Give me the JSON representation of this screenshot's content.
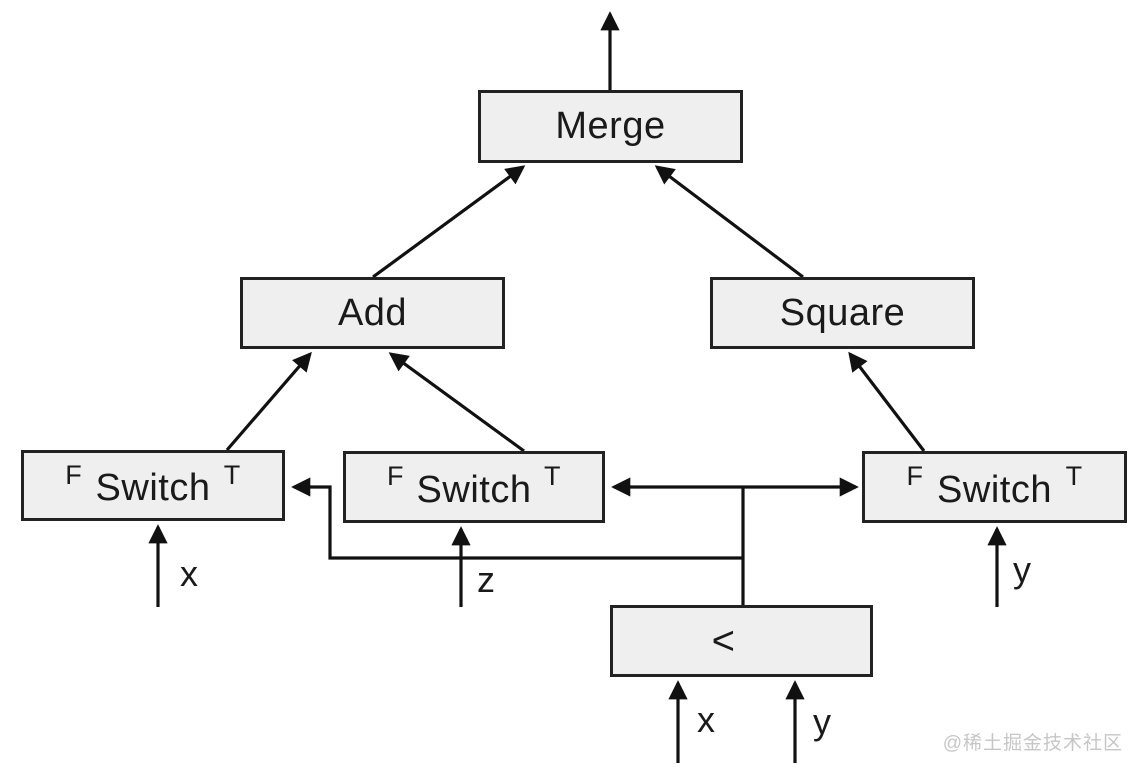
{
  "diagram": {
    "nodes": {
      "merge": {
        "label": "Merge"
      },
      "add": {
        "label": "Add"
      },
      "square": {
        "label": "Square"
      },
      "switch_left": {
        "label": "Switch",
        "false_port": "F",
        "true_port": "T"
      },
      "switch_middle": {
        "label": "Switch",
        "false_port": "F",
        "true_port": "T"
      },
      "switch_right": {
        "label": "Switch",
        "false_port": "F",
        "true_port": "T"
      },
      "compare": {
        "label": "<"
      }
    },
    "input_labels": {
      "switch_left": "x",
      "switch_middle": "z",
      "switch_right": "y",
      "compare_left": "x",
      "compare_right": "y"
    },
    "edges": [
      {
        "from": "switch_left",
        "to": "add"
      },
      {
        "from": "switch_middle",
        "to": "add"
      },
      {
        "from": "switch_right",
        "to": "square"
      },
      {
        "from": "add",
        "to": "merge"
      },
      {
        "from": "square",
        "to": "merge"
      },
      {
        "from": "merge",
        "to": "output"
      },
      {
        "from": "compare",
        "to": "switch_left",
        "role": "selector"
      },
      {
        "from": "compare",
        "to": "switch_middle",
        "role": "selector"
      },
      {
        "from": "compare",
        "to": "switch_right",
        "role": "selector"
      }
    ]
  },
  "watermark": "@稀土掘金技术社区",
  "colors": {
    "background": "#ffffff",
    "node_fill": "#efefef",
    "node_border": "#222222",
    "edge": "#111111",
    "text": "#1a1a1a",
    "watermark": "#c6c6c6"
  }
}
